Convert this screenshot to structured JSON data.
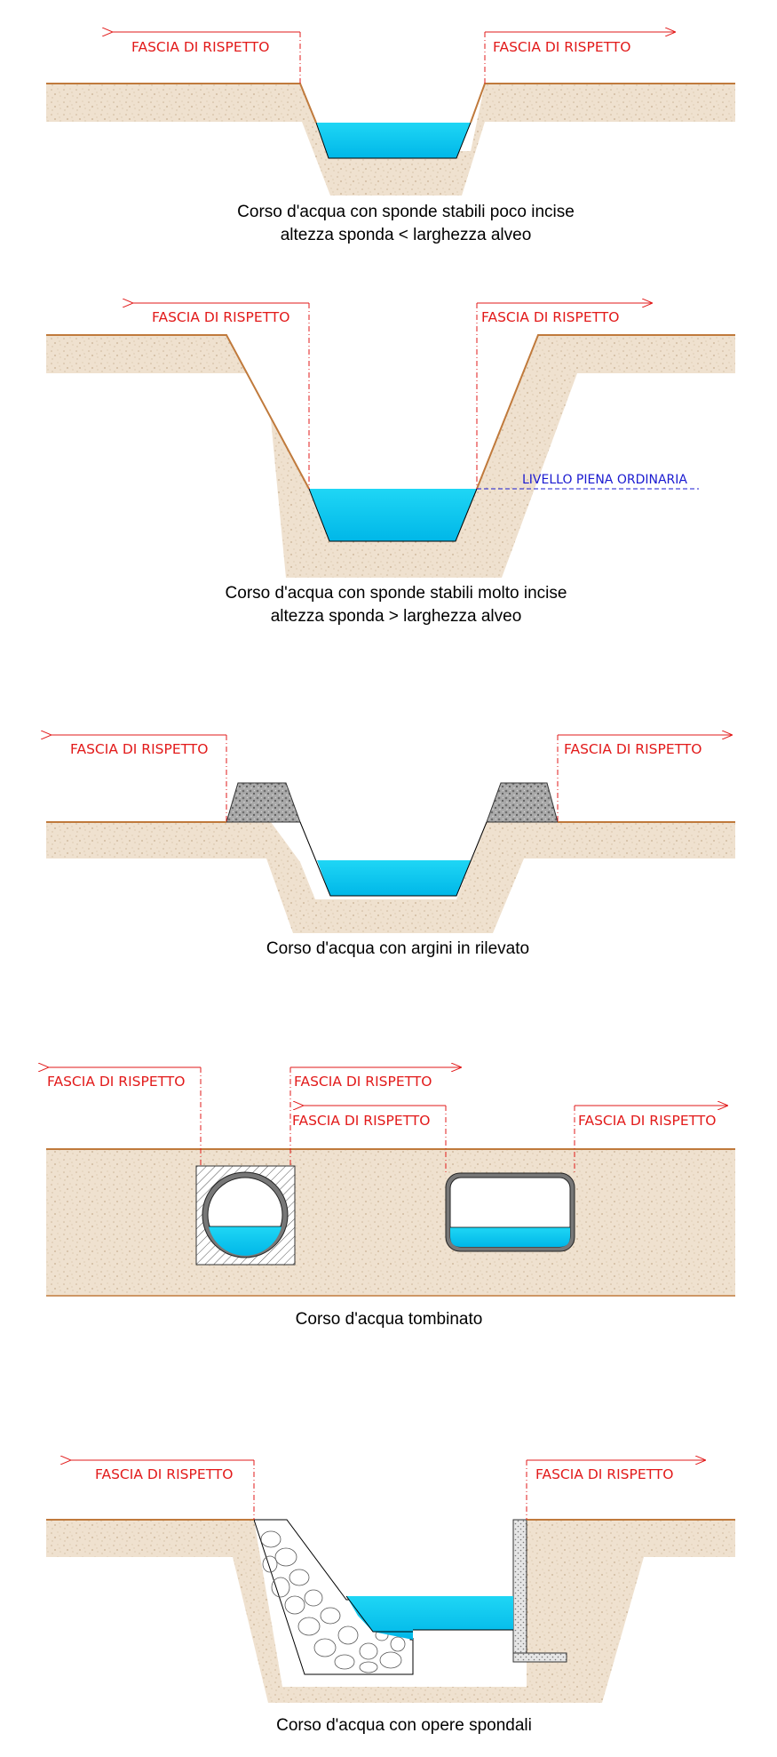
{
  "colors": {
    "soil": "#efe1cf",
    "surface_line": "#c07a3c",
    "water_top": "#1fd6f5",
    "water_bottom": "#00b7e8",
    "label_red": "#e21a1a",
    "level_blue": "#1a1ad0"
  },
  "sections": [
    {
      "id": "s1",
      "labels": [
        "FASCIA DI RISPETTO",
        "FASCIA DI RISPETTO"
      ],
      "caption": [
        "Corso d'acqua con sponde stabili poco incise",
        "altezza sponda < larghezza alveo"
      ]
    },
    {
      "id": "s2",
      "labels": [
        "FASCIA DI RISPETTO",
        "FASCIA DI RISPETTO"
      ],
      "level_label": "LIVELLO PIENA ORDINARIA",
      "caption": [
        "Corso d'acqua con sponde stabili molto incise",
        "altezza sponda > larghezza alveo"
      ]
    },
    {
      "id": "s3",
      "labels": [
        "FASCIA DI RISPETTO",
        "FASCIA DI RISPETTO"
      ],
      "caption": [
        "Corso d'acqua con argini in rilevato"
      ]
    },
    {
      "id": "s4",
      "labels": [
        "FASCIA DI RISPETTO",
        "FASCIA DI RISPETTO",
        "FASCIA DI RISPETTO",
        "FASCIA DI RISPETTO"
      ],
      "caption": [
        "Corso d'acqua tombinato"
      ]
    },
    {
      "id": "s5",
      "labels": [
        "FASCIA DI RISPETTO",
        "FASCIA DI RISPETTO"
      ],
      "caption": [
        "Corso d'acqua con opere spondali"
      ]
    }
  ]
}
